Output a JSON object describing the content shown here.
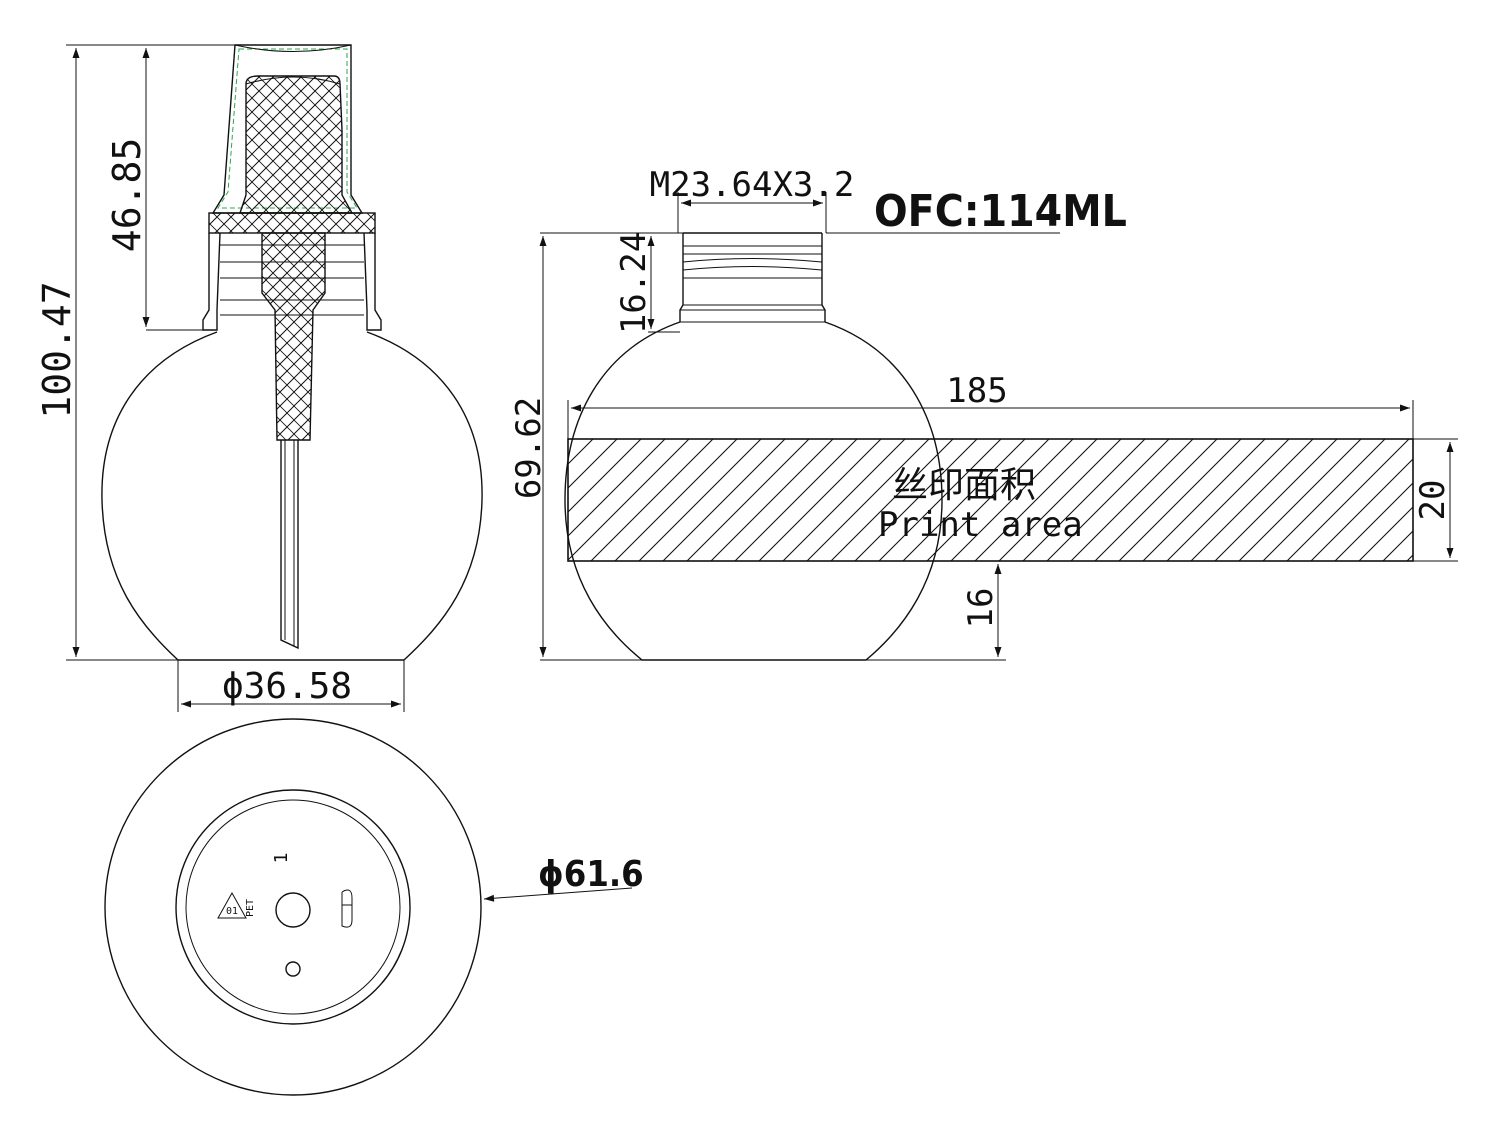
{
  "dimensions": {
    "overall_height": "100.47",
    "pump_height": "46.85",
    "base_diameter": "ϕ36.58",
    "thread": "M23.64X3.2",
    "capacity": "OFC:114ML",
    "neck_height": "16.24",
    "bottle_height": "69.62",
    "print_width": "185",
    "print_height": "20",
    "print_offset": "16",
    "body_diameter": "ϕ61.6"
  },
  "print_area": {
    "label_cn": "丝印面积",
    "label_en": "Print area"
  },
  "bottom_marks": {
    "mold_number": "1",
    "recycle_code": "01",
    "material": "PET"
  }
}
